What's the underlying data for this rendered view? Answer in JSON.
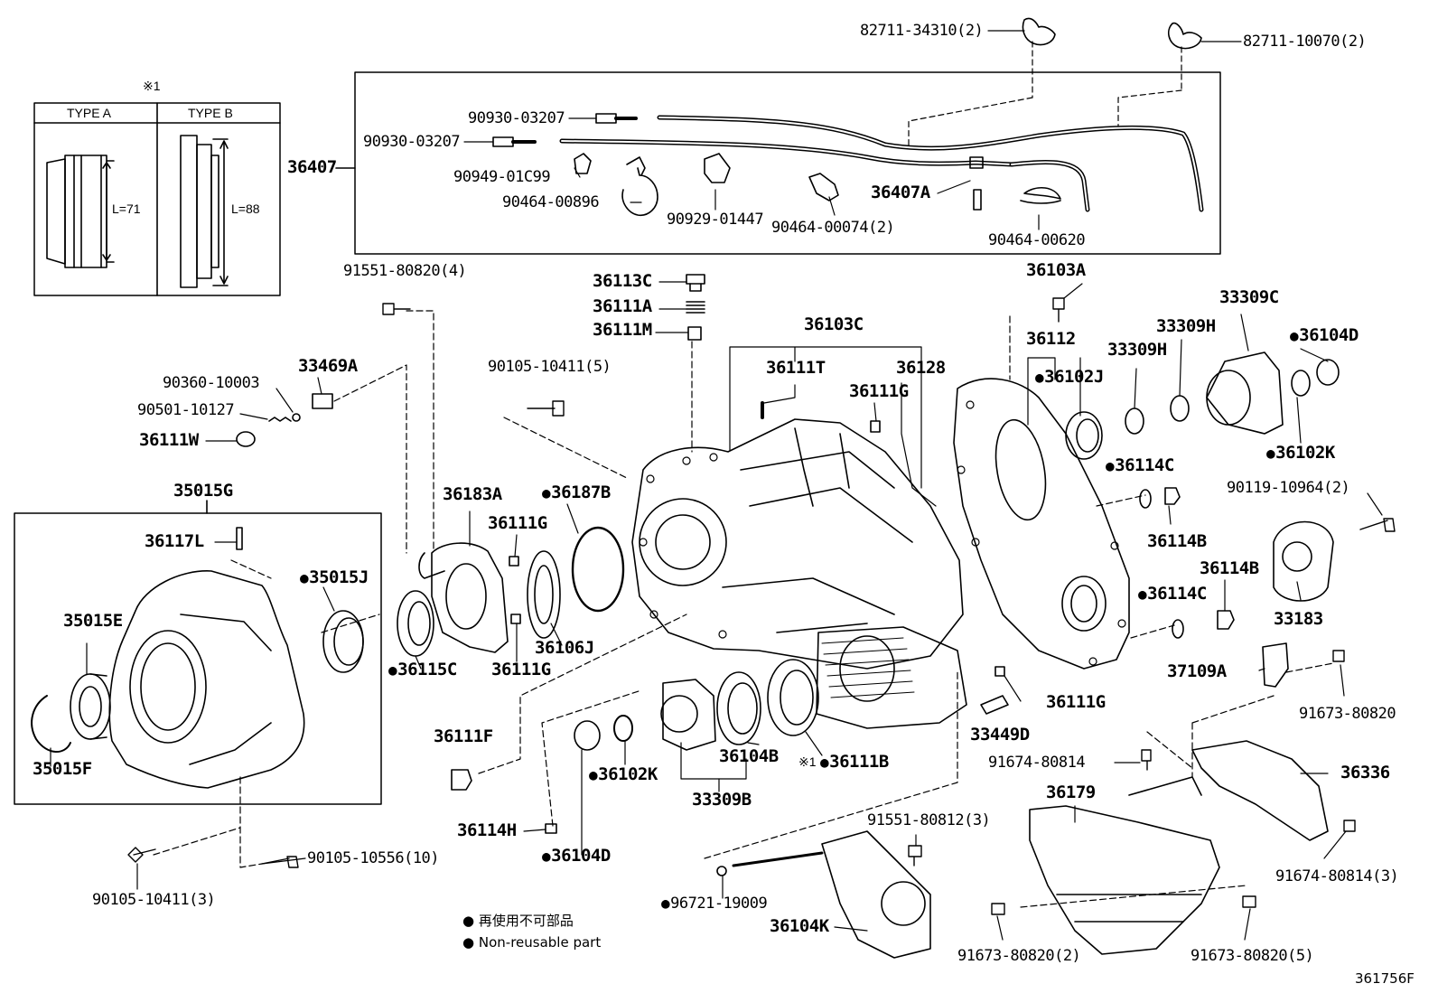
{
  "drawing_id": "361756F",
  "type_box": {
    "marker": "※1",
    "type_a": "TYPE A",
    "type_b": "TYPE B",
    "length_a": "L=71",
    "length_b": "L=88"
  },
  "legend": {
    "jp": "再使用不可部品",
    "en": "Non-reusable part"
  },
  "parts": {
    "p82711_34310": "82711-34310(2)",
    "p82711_10070": "82711-10070(2)",
    "p90930_03207a": "90930-03207",
    "p90930_03207b": "90930-03207",
    "p36407": "36407",
    "p90949_01c99": "90949-01C99",
    "p90464_00896": "90464-00896",
    "p90929_01447": "90929-01447",
    "p90464_00074": "90464-00074(2)",
    "p36407a": "36407A",
    "p90464_00620": "90464-00620",
    "p91551_80820": "91551-80820(4)",
    "p36113c": "36113C",
    "p36111a": "36111A",
    "p36111m": "36111M",
    "p36103c": "36103C",
    "p36103a": "36103A",
    "p36112": "36112",
    "p33309c": "33309C",
    "p36104d_top": "36104D",
    "p33309h_a": "33309H",
    "p33309h_b": "33309H",
    "p36102j": "36102J",
    "p36102k_r": "36102K",
    "p90360_10003": "90360-10003",
    "p33469a": "33469A",
    "p90105_10411_5": "90105-10411(5)",
    "p36111t": "36111T",
    "p36128": "36128",
    "p36111g_top": "36111G",
    "p90501_10127": "90501-10127",
    "p36111w": "36111W",
    "p36114c_top": "36114C",
    "p90119_10964": "90119-10964(2)",
    "p35015g": "35015G",
    "p36183a": "36183A",
    "p36187b": "36187B",
    "p36111g_mid": "36111G",
    "p36117l": "36117L",
    "p35015j": "35015J",
    "p36114b_a": "36114B",
    "p36114b_b": "36114B",
    "p36114c_mid": "36114C",
    "p33183": "33183",
    "p35015e": "35015E",
    "p36115c": "36115C",
    "p36106j": "36106J",
    "p36111g_low": "36111G",
    "p37109a": "37109A",
    "p36111g_right": "36111G",
    "p91673_80820_r": "91673-80820",
    "p33449d": "33449D",
    "p36111f": "36111F",
    "p35015f": "35015F",
    "p36104b": "36104B",
    "p36102k_low": "36102K",
    "p36111b": "36111B",
    "p36111b_marker": "※1",
    "p91674_80814": "91674-80814",
    "p36336": "36336",
    "p33309b": "33309B",
    "p36179": "36179",
    "p36114h": "36114H",
    "p36104d_low": "36104D",
    "p91551_80812": "91551-80812(3)",
    "p91674_80814_3": "91674-80814(3)",
    "p90105_10556": "90105-10556(10)",
    "p90105_10411_3": "90105-10411(3)",
    "p96721_19009": "96721-19009",
    "p36104k": "36104K",
    "p91673_80820_2": "91673-80820(2)",
    "p91673_80820_5": "91673-80820(5)"
  }
}
